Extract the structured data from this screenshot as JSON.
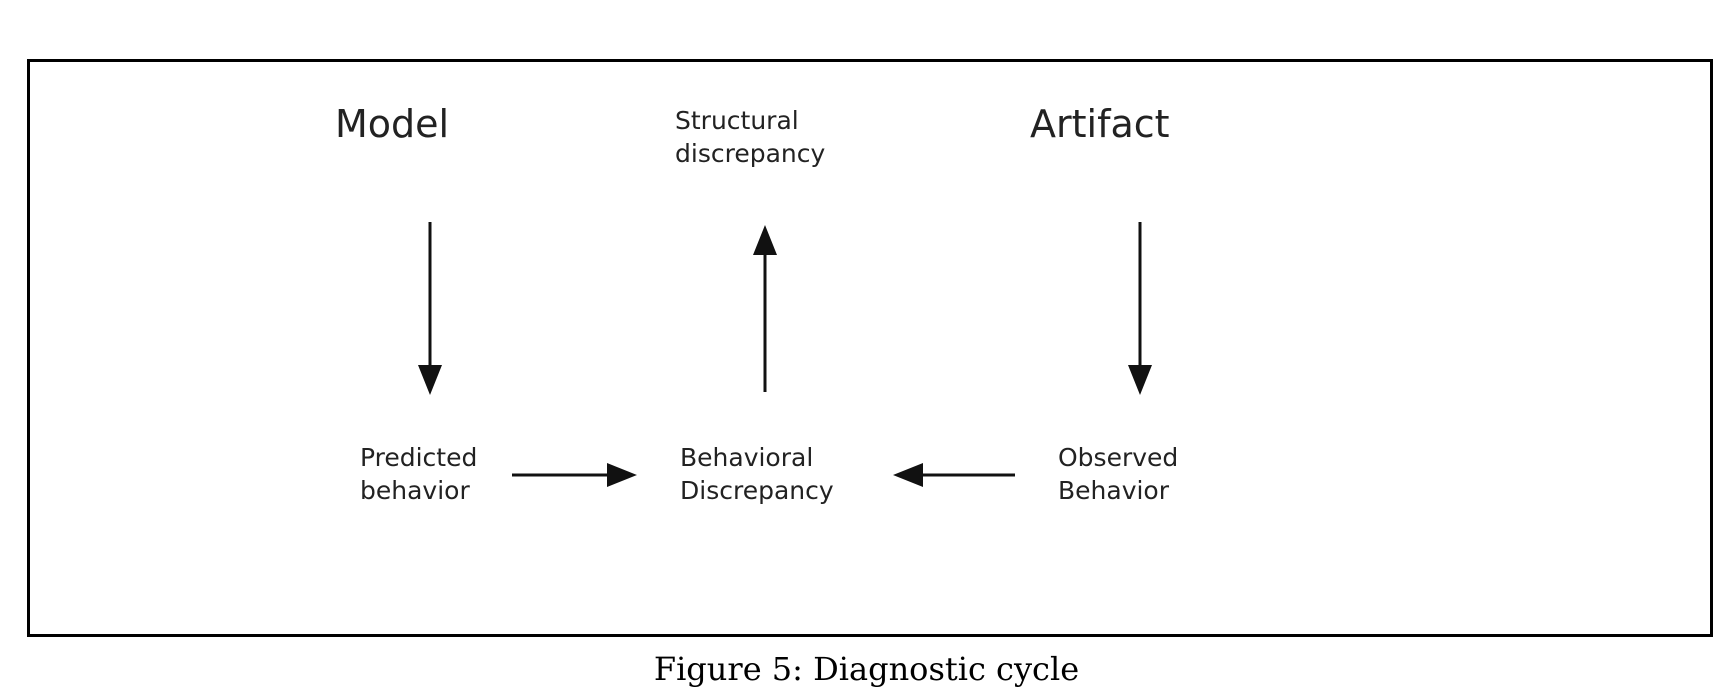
{
  "nodes": {
    "model": "Model",
    "artifact": "Artifact",
    "structural_1": "Structural",
    "structural_2": "discrepancy",
    "predicted_1": "Predicted",
    "predicted_2": "behavior",
    "behavioral_1": "Behavioral",
    "behavioral_2": "Discrepancy",
    "observed_1": "Observed",
    "observed_2": "Behavior"
  },
  "caption": "Figure 5: Diagnostic cycle"
}
